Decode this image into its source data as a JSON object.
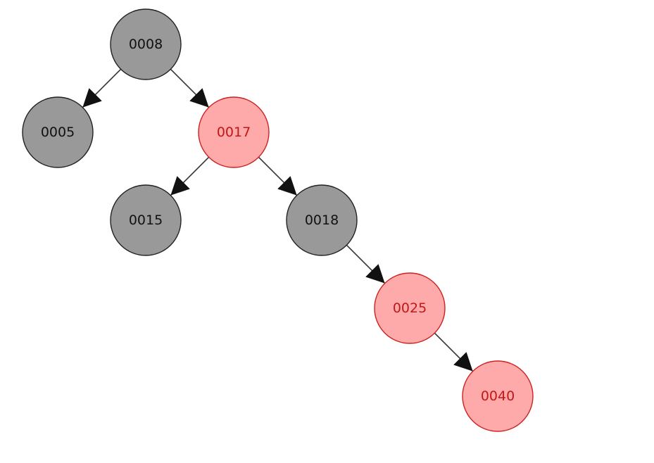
{
  "tree": {
    "root": "n8",
    "nodes": [
      {
        "id": "n8",
        "label": "0008",
        "color": "black",
        "parent": null,
        "side": null
      },
      {
        "id": "n5",
        "label": "0005",
        "color": "black",
        "parent": "n8",
        "side": "left"
      },
      {
        "id": "n17",
        "label": "0017",
        "color": "red",
        "parent": "n8",
        "side": "right"
      },
      {
        "id": "n15",
        "label": "0015",
        "color": "black",
        "parent": "n17",
        "side": "left"
      },
      {
        "id": "n18",
        "label": "0018",
        "color": "black",
        "parent": "n17",
        "side": "right"
      },
      {
        "id": "n25",
        "label": "0025",
        "color": "red",
        "parent": "n18",
        "side": "right"
      },
      {
        "id": "n40",
        "label": "0040",
        "color": "red",
        "parent": "n25",
        "side": "right"
      }
    ]
  },
  "palette": {
    "black": {
      "fill": "#999999",
      "stroke": "#222222",
      "text": "#111111"
    },
    "red": {
      "fill": "#ffaaaa",
      "stroke": "#cc2222",
      "text": "#c01818"
    },
    "edge": "#333333"
  }
}
